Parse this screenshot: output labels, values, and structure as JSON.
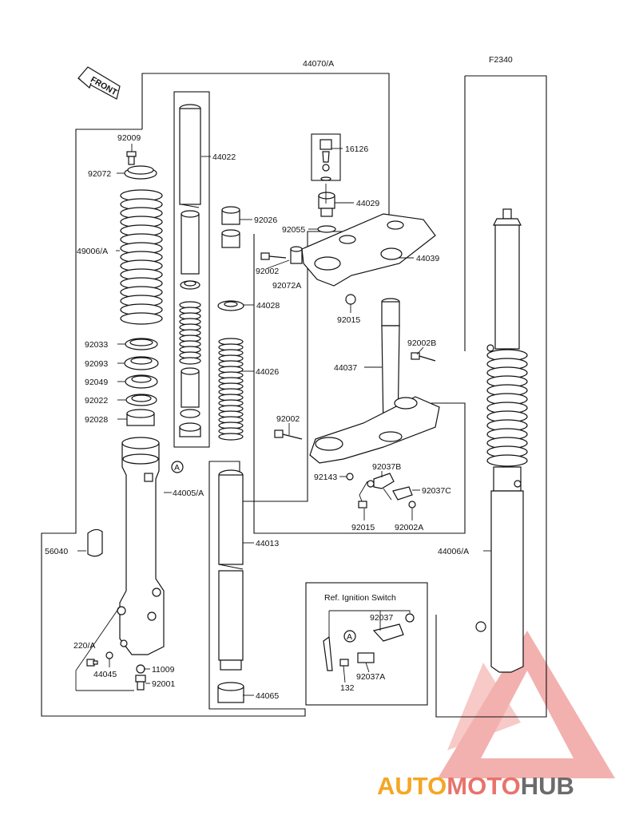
{
  "diagram": {
    "figure_code": "F2340",
    "front_label": "FRONT",
    "ignition_ref": "Ref. Ignition Switch",
    "callout_a": "A",
    "parts": {
      "p44070A": "44070/A",
      "p92009": "92009",
      "p92072": "92072",
      "p44022": "44022",
      "p16126": "16126",
      "p44029": "44029",
      "p92026": "92026",
      "p92055": "92055",
      "p49006A": "49006/A",
      "p44039": "44039",
      "p92002a": "92002",
      "p92072A": "92072A",
      "p44028": "44028",
      "p92015a": "92015",
      "p92033": "92033",
      "p92093": "92093",
      "p92049": "92049",
      "p92022": "92022",
      "p92028": "92028",
      "p44026": "44026",
      "p44037": "44037",
      "p92002B": "92002B",
      "p92002b": "92002",
      "p92037B": "92037B",
      "p92143": "92143",
      "p92037C": "92037C",
      "p44005A": "44005/A",
      "p92015b": "92015",
      "p92002A": "92002A",
      "p56040": "56040",
      "p44013": "44013",
      "p44006A": "44006/A",
      "p92037": "92037",
      "p220A": "220/A",
      "p44045": "44045",
      "p11009": "11009",
      "p92001": "92001",
      "p92037A": "92037A",
      "p132": "132",
      "p44065": "44065"
    }
  },
  "watermark": {
    "part1": "AUTO",
    "part2": "MOTO",
    "part3": "HUB",
    "color1": "#f5a623",
    "color2": "#e8736c",
    "color3": "#6b6b6b"
  }
}
